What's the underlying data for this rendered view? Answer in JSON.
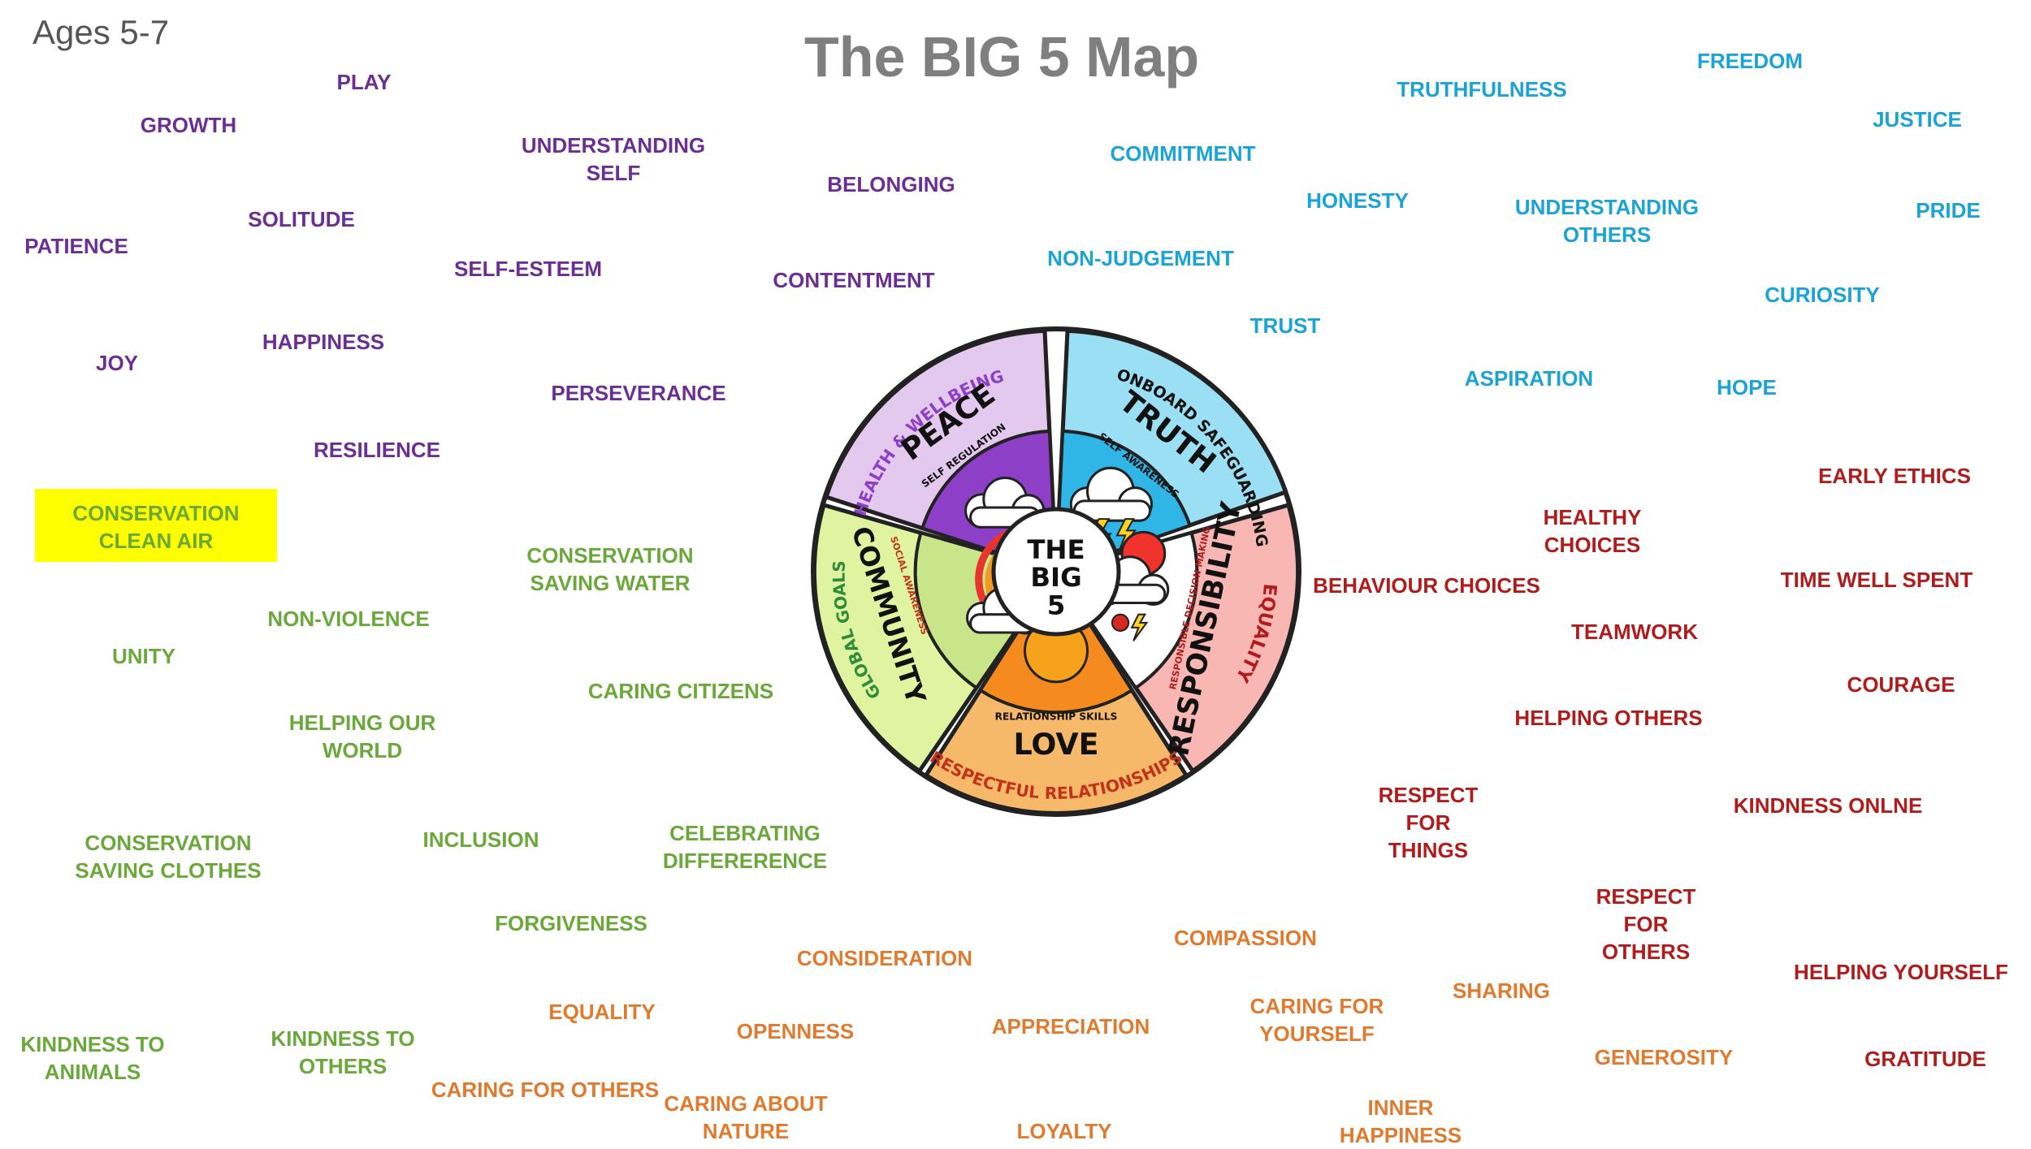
{
  "header": {
    "age_label": "Ages 5-7",
    "title": "The BIG 5 Map"
  },
  "colors": {
    "peace": "#6b2f94",
    "truth": "#1aa3d4",
    "responsibility": "#b01c1c",
    "community": "#6aa83a",
    "love": "#e07a2e",
    "highlight": "#ffff00"
  },
  "wheel": {
    "center": {
      "line1": "THE",
      "line2": "BIG",
      "line3": "5"
    },
    "segments": {
      "peace": {
        "title": "PEACE",
        "outer": "HEALTH & WELLBEING",
        "inner": "SELF REGULATION"
      },
      "truth": {
        "title": "TRUTH",
        "outer": "ONBOARD SAFEGUARDING",
        "inner": "SELF AWARENESS"
      },
      "responsibility": {
        "title": "RESPONSIBILITY",
        "outer": "EQUALITY",
        "inner": "RESPONSIBLE DECISION MAKING"
      },
      "love": {
        "title": "LOVE",
        "outer": "RESPECTFUL RELATIONSHIPS",
        "inner": "RELATIONSHIP SKILLS"
      },
      "community": {
        "title": "COMMUNITY",
        "outer": "GLOBAL GOALS",
        "inner": "SOCIAL AWARENESS"
      }
    }
  },
  "words": {
    "peace": [
      "PLAY",
      "GROWTH",
      "UNDERSTANDING SELF",
      "BELONGING",
      "SOLITUDE",
      "PATIENCE",
      "SELF-ESTEEM",
      "CONTENTMENT",
      "HAPPINESS",
      "JOY",
      "PERSEVERANCE",
      "RESILIENCE"
    ],
    "truth": [
      "FREEDOM",
      "TRUTHFULNESS",
      "JUSTICE",
      "COMMITMENT",
      "HONESTY",
      "UNDERSTANDING OTHERS",
      "PRIDE",
      "NON-JUDGEMENT",
      "CURIOSITY",
      "TRUST",
      "ASPIRATION",
      "HOPE"
    ],
    "responsibility": [
      "EARLY ETHICS",
      "HEALTHY CHOICES",
      "BEHAVIOUR CHOICES",
      "TIME WELL SPENT",
      "TEAMWORK",
      "COURAGE",
      "HELPING OTHERS",
      "RESPECT FOR THINGS",
      "KINDNESS ONLNE",
      "RESPECT FOR OTHERS",
      "HELPING YOURSELF",
      "GRATITUDE"
    ],
    "community": [
      "CONSERVATION CLEAN AIR",
      "CONSERVATION SAVING WATER",
      "NON-VIOLENCE",
      "UNITY",
      "CARING CITIZENS",
      "HELPING OUR WORLD",
      "CONSERVATION SAVING CLOTHES",
      "INCLUSION",
      "CELEBRATING DIFFERERENCE",
      "FORGIVENESS",
      "KINDNESS TO ANIMALS",
      "KINDNESS TO OTHERS"
    ],
    "love": [
      "CONSIDERATION",
      "COMPASSION",
      "EQUALITY",
      "OPENNESS",
      "APPRECIATION",
      "CARING FOR YOURSELF",
      "SHARING",
      "CARING FOR OTHERS",
      "CARING ABOUT NATURE",
      "GENEROSITY",
      "LOYALTY",
      "INNER HAPPINESS"
    ]
  }
}
